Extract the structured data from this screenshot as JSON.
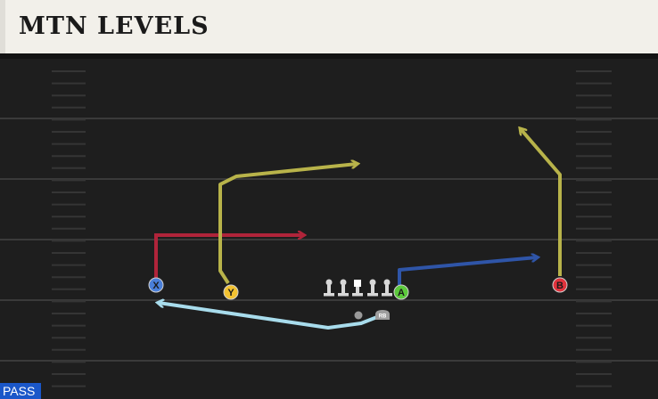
{
  "header": {
    "title": "MTN LEVELS"
  },
  "badge": {
    "play_type": "PASS"
  },
  "players": {
    "x": {
      "label": "X",
      "color": "#4a7fd9"
    },
    "y": {
      "label": "Y",
      "color": "#f2c232"
    },
    "a": {
      "label": "A",
      "color": "#5cc93c"
    },
    "b": {
      "label": "B",
      "color": "#e0323c"
    },
    "rb": {
      "label": "RB",
      "color": "#9e9e9e"
    }
  },
  "routes": {
    "x_route": {
      "color": "#b0243a"
    },
    "y_route": {
      "color": "#b8b34a"
    },
    "a_route": {
      "color": "#2f55a8"
    },
    "b_route": {
      "color": "#b8b34a"
    },
    "rb_route": {
      "color": "#a8dcec"
    }
  }
}
